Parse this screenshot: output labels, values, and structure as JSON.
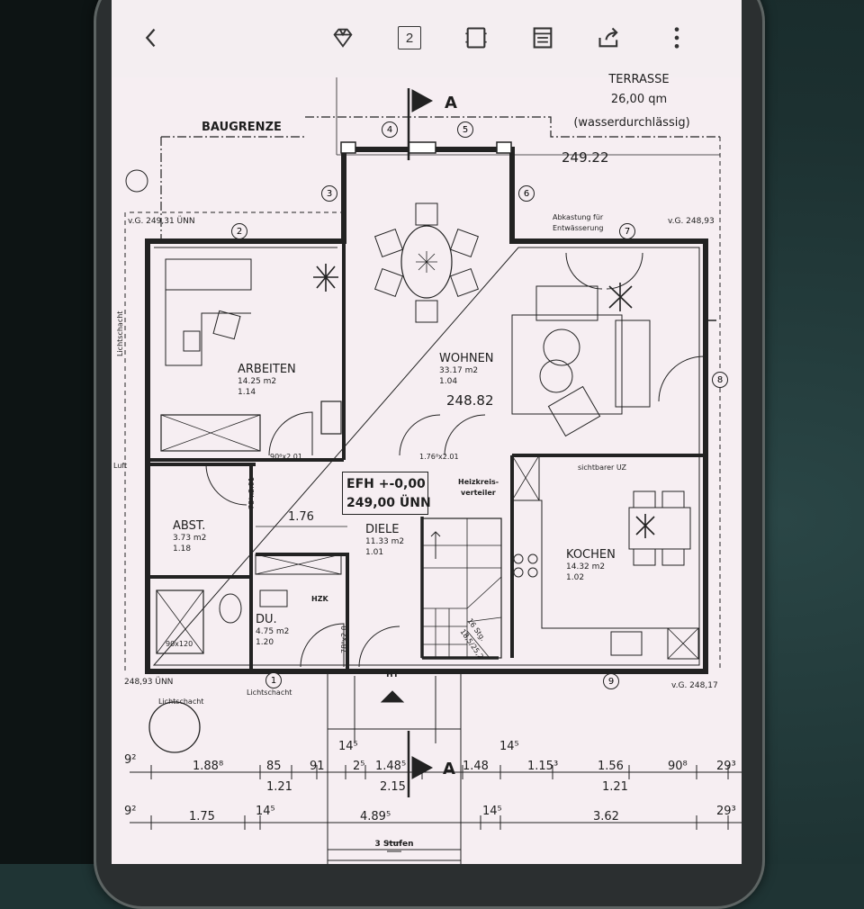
{
  "toolbar": {
    "back": "back-icon",
    "page_count": "2",
    "items": [
      "back-icon",
      "gem-icon",
      "page-count",
      "crop-icon",
      "document-icon",
      "share-icon",
      "more-icon"
    ]
  },
  "plan": {
    "terrace": {
      "title": "TERRASSE",
      "area": "26,00 qm",
      "note": "(wasserdurchlässig)",
      "elev": "249.22"
    },
    "baugrenze": "BAUGRENZE",
    "section_a": "A",
    "section_a2": "A",
    "vg_top_left": "v.G. 249,31 ÜNN",
    "vg_top_right": "v.G. 248,93",
    "vg_bottom_left": "248,93 ÜNN",
    "vg_bottom_right": "v.G. 248,17",
    "abkastung": "Abkastung für",
    "entwaesserung": "Entwässerung",
    "lichtschacht_side": "Lichtschacht",
    "lichtschacht_bottom": "Lichtschacht",
    "lichtschacht_tree": "Lichtschacht",
    "luft": "Luft",
    "sichtbarer": "sichtbarer UZ",
    "heiz1": "Heizkreis-",
    "heiz2": "verteiler",
    "hzk": "HZK",
    "shower": "90x120",
    "door1": "90⁸x2.01",
    "door2": "1.76⁸x2.01",
    "door3": "78⁸x2.01",
    "door4": "78⁸x2.0",
    "stair_steps": "16 Stg.",
    "stair_size": "18,5/25,2",
    "ht": "HT",
    "efh1": "EFH +-0,00",
    "efh2": "249,00 ÜNN",
    "dim_176": "1.76",
    "elev_center": "248.82",
    "stufen": "3 Stufen",
    "rooms": [
      {
        "name": "ARBEITEN",
        "area": "14.25 m2",
        "ratio": "1.14"
      },
      {
        "name": "WOHNEN",
        "area": "33.17 m2",
        "ratio": "1.04"
      },
      {
        "name": "ABST.",
        "area": "3.73 m2",
        "ratio": "1.18"
      },
      {
        "name": "DIELE",
        "area": "11.33 m2",
        "ratio": "1.01"
      },
      {
        "name": "KOCHEN",
        "area": "14.32 m2",
        "ratio": "1.02"
      },
      {
        "name": "DU.",
        "area": "4.75 m2",
        "ratio": "1.20"
      }
    ],
    "axes": [
      "1",
      "2",
      "3",
      "4",
      "5",
      "6",
      "7",
      "8",
      "9"
    ],
    "dims_row1": [
      "9²",
      "1.88⁸",
      "85",
      "91",
      "14⁵",
      "2⁵",
      "1.48⁵",
      "1.48",
      "14⁵",
      "1.15³",
      "1.56",
      "90⁸",
      "29³"
    ],
    "dims_row2": [
      "1.21",
      "2.15",
      "1.21"
    ],
    "dims_row3": [
      "9²",
      "1.75",
      "14⁵",
      "4.89⁵",
      "14⁵",
      "3.62",
      "29³"
    ]
  }
}
